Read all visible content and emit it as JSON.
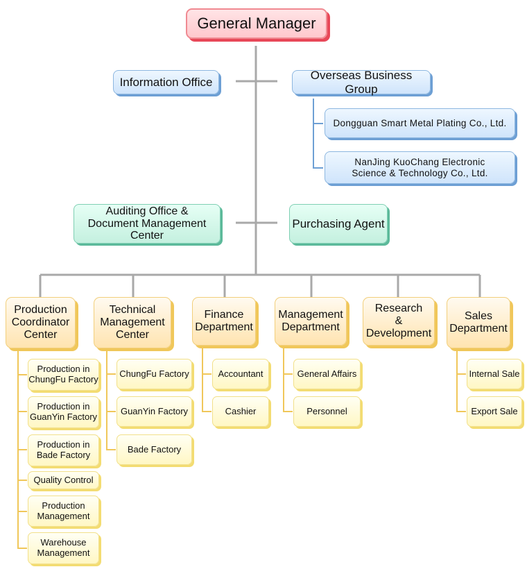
{
  "general_manager": "General Manager",
  "staff": {
    "information_office": "Information Office",
    "overseas_business_group": "Overseas Business Group",
    "dongguan": "Dongguan Smart Metal Plating Co., Ltd.",
    "nanjing": "NanJing KuoChang Electronic\nScience & Technology Co., Ltd.",
    "auditing_office": "Auditing Office &\nDocument Management Center",
    "purchasing_agent": "Purchasing Agent"
  },
  "departments": {
    "production_coordinator": "Production\nCoordinator\nCenter",
    "technical_management": "Technical\nManagement\nCenter",
    "finance": "Finance\nDepartment",
    "management": "Management\nDepartment",
    "research": "Research\n&\nDevelopment",
    "sales": "Sales\nDepartment"
  },
  "units": {
    "prod_chungfu": "Production in\nChungFu Factory",
    "prod_guanyin": "Production in\nGuanYin Factory",
    "prod_bade": "Production in\nBade Factory",
    "quality_control": "Quality Control",
    "production_management": "Production\nManagement",
    "warehouse_management": "Warehouse\nManagement",
    "chungfu_factory": "ChungFu Factory",
    "guanyin_factory": "GuanYin Factory",
    "bade_factory": "Bade Factory",
    "accountant": "Accountant",
    "cashier": "Cashier",
    "general_affairs": "General Affairs",
    "personnel": "Personnel",
    "internal_sale": "Internal Sale",
    "export_sale": "Export Sale"
  },
  "colors": {
    "line": "#a9a9a9",
    "gm_shadow": "#e84858",
    "blue_shadow": "#6d9fd4",
    "green_shadow": "#5cb99a",
    "dept_shadow": "#f0c75a",
    "blue_connector": "#6d9fd4",
    "yellow_connector": "#f0c75a"
  }
}
